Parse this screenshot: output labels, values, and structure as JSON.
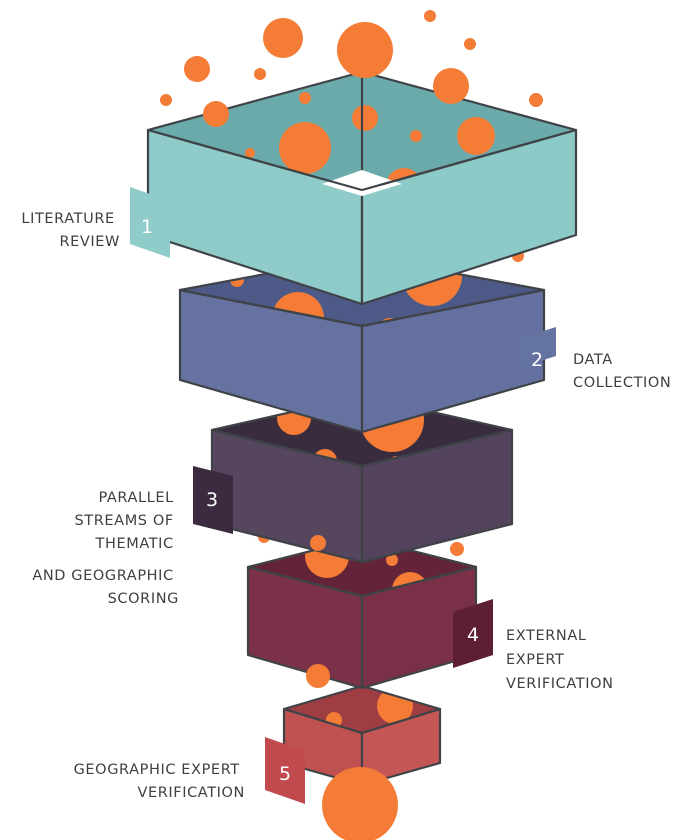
{
  "colors": {
    "dot": "#f47c36",
    "outline": "#3f4348",
    "stage_1": "#8ecbc9",
    "stage_2": "#6573a1",
    "stage_3": "#53435c",
    "stage_4": "#7b3249",
    "stage_5": "#c55656"
  },
  "stages": [
    {
      "number": "1",
      "lines": [
        "LITERATURE",
        "REVIEW"
      ]
    },
    {
      "number": "2",
      "lines": [
        "DATA",
        "COLLECTION"
      ]
    },
    {
      "number": "3",
      "lines": [
        "PARALLEL",
        "STREAMS OF",
        "THEMATIC",
        "AND GEOGRAPHIC",
        "SCORING"
      ]
    },
    {
      "number": "4",
      "lines": [
        "EXTERNAL",
        "EXPERT",
        "VERIFICATION"
      ]
    },
    {
      "number": "5",
      "lines": [
        "GEOGRAPHIC EXPERT",
        "VERIFICATION"
      ]
    }
  ]
}
